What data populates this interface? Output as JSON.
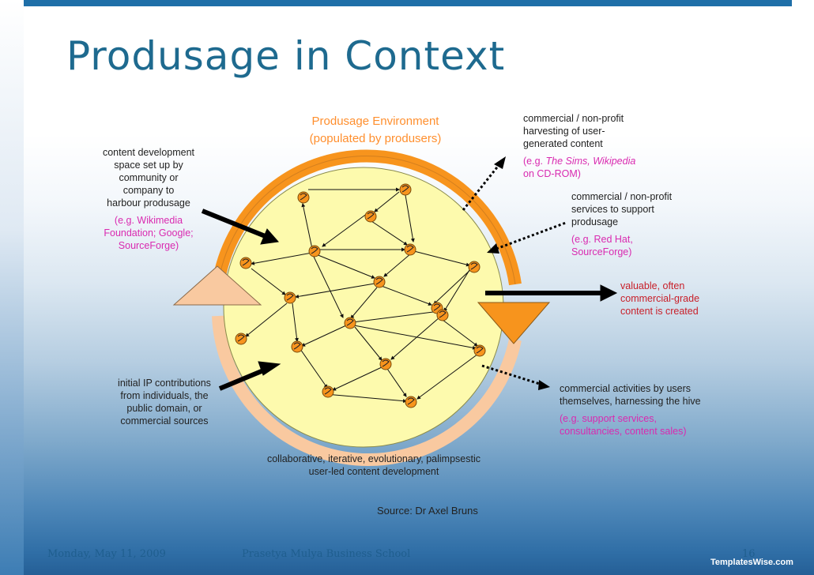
{
  "title": "Produsage in Context",
  "environment": {
    "line1": "Produsage Environment",
    "line2": "(populated by produsers)"
  },
  "left_top": {
    "lines": [
      "content development",
      "space set up by",
      "community or",
      "company to",
      "harbour produsage"
    ],
    "example": [
      "(e.g. Wikimedia",
      "Foundation; Google;",
      "SourceForge)"
    ]
  },
  "left_bottom": {
    "lines": [
      "initial IP contributions",
      "from individuals, the",
      "public domain, or",
      "commercial sources"
    ]
  },
  "right_1": {
    "lines": [
      "commercial / non-profit",
      "harvesting of user-",
      "generated content"
    ],
    "example_prefix": "(e.g. ",
    "example_italic": "The Sims, Wikipedia",
    "example_suffix": "on CD-ROM)"
  },
  "right_2": {
    "lines": [
      "commercial / non-profit",
      "services to support",
      "produsage"
    ],
    "example": [
      "(e.g. Red Hat,",
      "SourceForge)"
    ]
  },
  "right_3": {
    "lines": [
      "valuable, often",
      "commercial-grade",
      "content is created"
    ]
  },
  "right_4": {
    "lines": [
      "commercial activities by users",
      "themselves, harnessing the hive"
    ],
    "example": [
      "(e.g. support services,",
      "consultancies, content sales)"
    ]
  },
  "bottom_caption": {
    "line1": "collaborative, iterative, evolutionary, palimpsestic",
    "line2": "user-led content development"
  },
  "source": "Source: Dr Axel Bruns",
  "footer": {
    "date": "Monday, May 11, 2009",
    "school": "Prasetya Mulya Business School",
    "page": "16",
    "brand": "TemplatesWise.com"
  },
  "colors": {
    "title": "#1e6a8f",
    "circle_fill": "#fdfaad",
    "ring": "#f7941d",
    "ring_light": "#f9c9a0",
    "example_pink": "#d92ab0",
    "example_red": "#c8202a"
  }
}
